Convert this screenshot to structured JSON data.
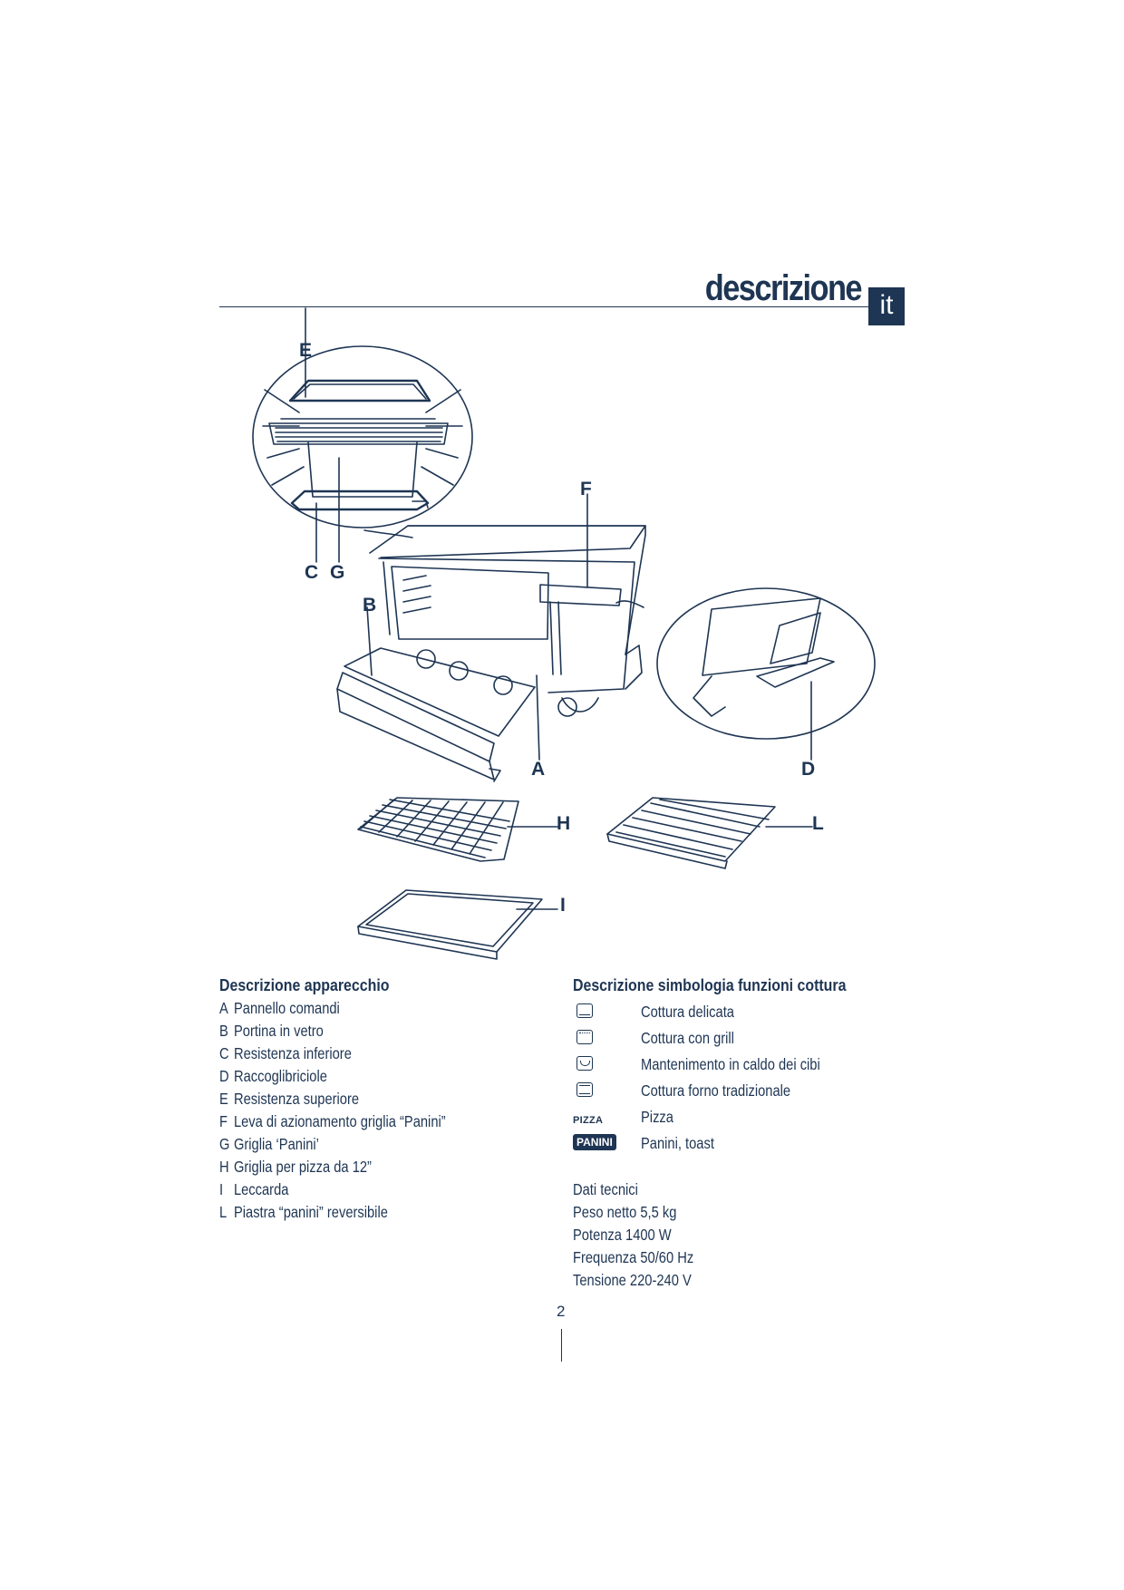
{
  "header": {
    "title": "descrizione",
    "lang": "it"
  },
  "diagram_labels": {
    "E": "E",
    "F": "F",
    "C": "C",
    "G": "G",
    "B": "B",
    "A": "A",
    "D": "D",
    "H": "H",
    "L": "L",
    "I": "I"
  },
  "device_description": {
    "title": "Descrizione apparecchio",
    "items": [
      {
        "key": "A",
        "text": "Pannello comandi"
      },
      {
        "key": "B",
        "text": "Portina in vetro"
      },
      {
        "key": "C",
        "text": "Resistenza inferiore"
      },
      {
        "key": "D",
        "text": "Raccoglibriciole"
      },
      {
        "key": "E",
        "text": "Resistenza superiore"
      },
      {
        "key": "F",
        "text": "Leva di azionamento griglia “Panini”"
      },
      {
        "key": "G",
        "text": "Griglia ‘Panini’"
      },
      {
        "key": "H",
        "text": "Griglia per pizza da 12”"
      },
      {
        "key": "I",
        "text": "Leccarda"
      },
      {
        "key": "L",
        "text": "Piastra “panini” reversibile"
      }
    ]
  },
  "functions": {
    "title": "Descrizione simbologia funzioni cottura",
    "items": [
      {
        "icon": "bottom-heat-icon",
        "text": "Cottura delicata"
      },
      {
        "icon": "grill-icon",
        "text": "Cottura con grill"
      },
      {
        "icon": "keep-warm-icon",
        "text": "Mantenimento in caldo dei cibi"
      },
      {
        "icon": "top-bottom-heat-icon",
        "text": "Cottura forno tradizionale"
      },
      {
        "symbol": "PIZZA",
        "text": "Pizza"
      },
      {
        "symbol": "PANINI",
        "text": "Panini, toast"
      }
    ]
  },
  "technical_data": {
    "title": "Dati tecnici",
    "lines": [
      "Peso netto 5,5 kg",
      "Potenza 1400 W",
      "Frequenza 50/60 Hz",
      "Tensione 220-240 V"
    ]
  },
  "page_number": "2",
  "colors": {
    "ink": "#1e3553"
  }
}
